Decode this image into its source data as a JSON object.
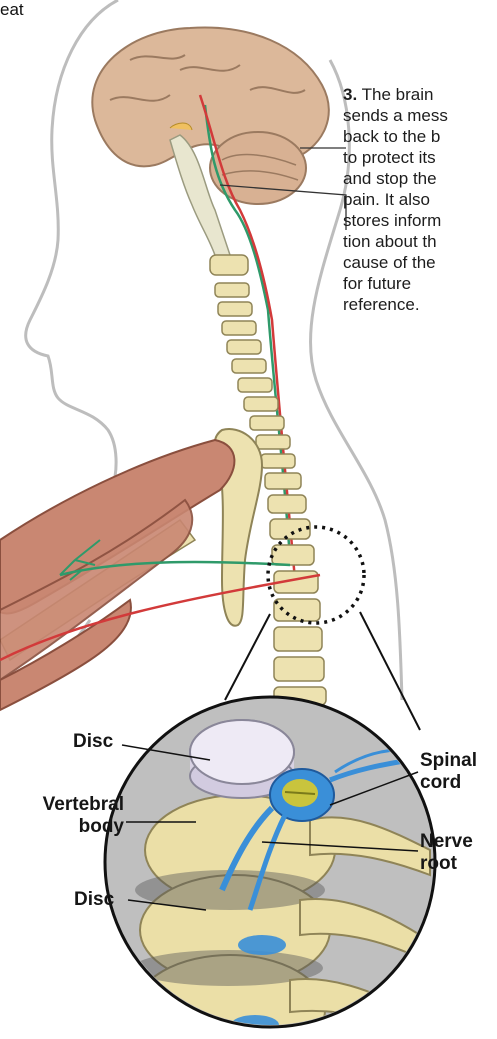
{
  "top_fragment": "eat",
  "step": {
    "number": "3.",
    "lines": [
      "The brain",
      "sends a mess",
      "back to the b",
      "to protect its",
      "and stop the",
      "pain. It also",
      "stores inform",
      "tion about th",
      "cause of the",
      "for future",
      "reference."
    ]
  },
  "labels": {
    "disc_upper": "Disc",
    "vertebral_body_line1": "Vertebral",
    "vertebral_body_line2": "body",
    "disc_lower": "Disc",
    "spinal_cord_line1": "Spinal",
    "spinal_cord_line2": "cord",
    "nerve_root_line1": "Nerve",
    "nerve_root_line2": "root"
  },
  "colors": {
    "outline": "#b9b9b9",
    "brain": "#dcb89a",
    "bone": "#ede2b0",
    "muscle": "#c98772",
    "nerve_green": "#2f9a6a",
    "nerve_red": "#d23a3a",
    "inset_bg": "#bfbfbf",
    "nerve_blue": "#3a8fd8"
  }
}
